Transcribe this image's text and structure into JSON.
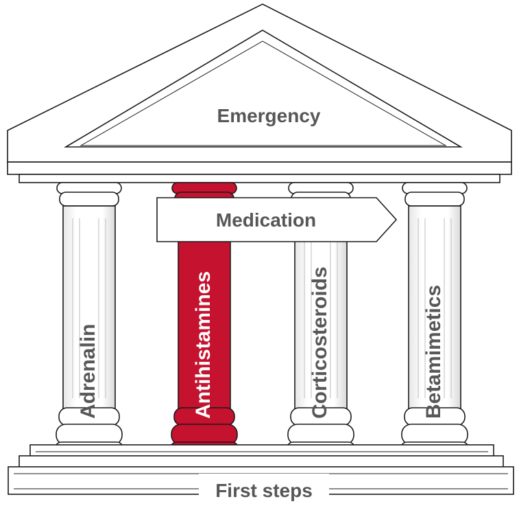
{
  "roof": {
    "label": "Emergency"
  },
  "banner": {
    "label": "Medication"
  },
  "pillars": [
    {
      "label": "Adrenalin",
      "highlighted": false
    },
    {
      "label": "Antihistamines",
      "highlighted": true
    },
    {
      "label": "Corticosteroids",
      "highlighted": false
    },
    {
      "label": "Betamimetics",
      "highlighted": false
    }
  ],
  "base": {
    "label": "First steps"
  },
  "colors": {
    "highlight": "#c4122f",
    "text": "#575757",
    "highlight_text": "#ffffff",
    "outline": "#1a1a1a",
    "column_fill": "#ffffff"
  }
}
